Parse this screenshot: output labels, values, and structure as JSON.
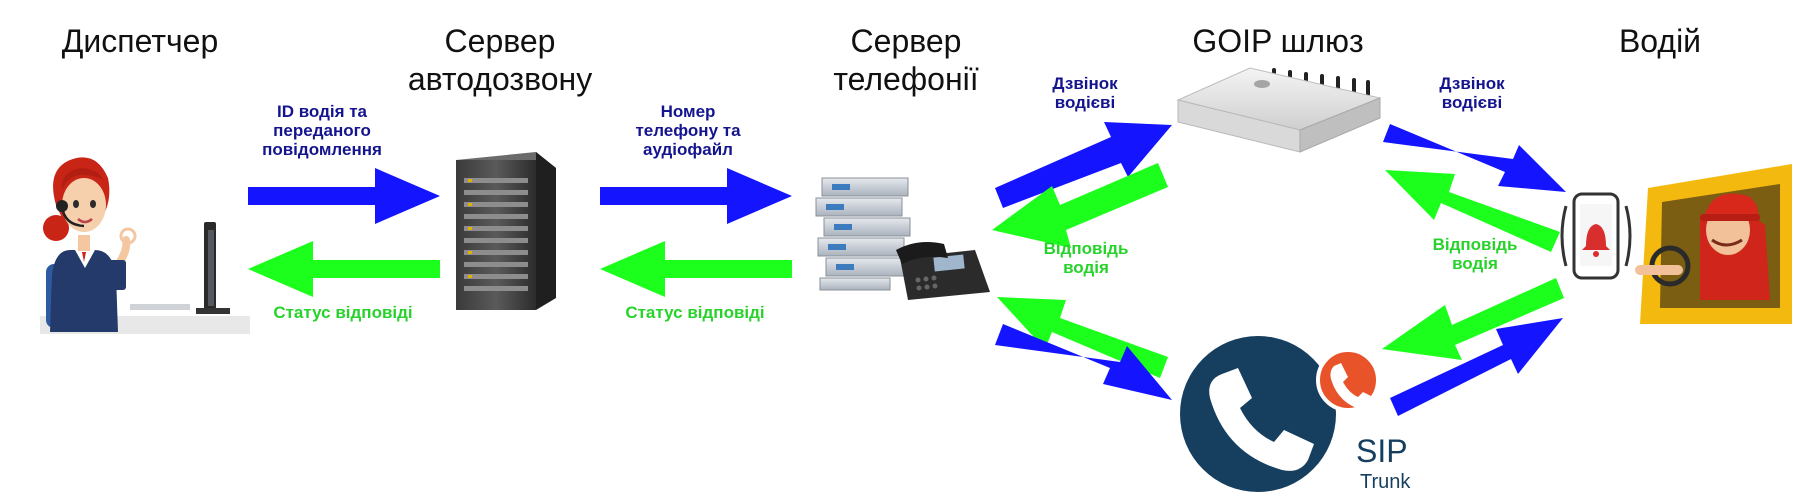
{
  "nodes": {
    "dispatcher": {
      "title": "Диспетчер"
    },
    "autodial_server": {
      "title_line1": "Сервер",
      "title_line2": "автодозвону"
    },
    "telephony_server": {
      "title_line1": "Сервер",
      "title_line2": "телефонії"
    },
    "goip_gateway": {
      "title": "GOIP шлюз"
    },
    "driver": {
      "title": "Водій"
    },
    "sip_trunk": {
      "line1": "SIP",
      "line2": "Trunk"
    }
  },
  "edges": {
    "dispatcher_to_autodial": {
      "line1": "ID водія та",
      "line2": "переданого",
      "line3": "повідомлення"
    },
    "autodial_to_dispatcher": {
      "label": "Статус відповіді"
    },
    "autodial_to_telephony": {
      "line1": "Номер",
      "line2": "телефону та",
      "line3": "аудіофайл"
    },
    "telephony_to_autodial": {
      "label": "Статус відповіді"
    },
    "telephony_to_goip": {
      "line1": "Дзвінок",
      "line2": "водієві"
    },
    "goip_to_telephony": {
      "line1": "Відповідь",
      "line2": "водія"
    },
    "goip_to_driver": {
      "line1": "Дзвінок",
      "line2": "водієві"
    },
    "driver_to_goip": {
      "line1": "Відповідь",
      "line2": "водія"
    }
  },
  "colors": {
    "request_arrow": "#1414ff",
    "response_arrow": "#1cff1c",
    "request_text": "#14148f",
    "response_text": "#27d32a",
    "sip_blue": "#163f5f",
    "sip_orange": "#e8532a"
  },
  "icons": {
    "dispatcher": "operator-with-headset-icon",
    "autodial_server": "server-rack-icon",
    "telephony_server": "server-stack-with-phone-icon",
    "goip_gateway": "gateway-device-icon",
    "driver": "driver-in-truck-with-phone-icon",
    "sip_trunk": "phone-handset-icon"
  }
}
